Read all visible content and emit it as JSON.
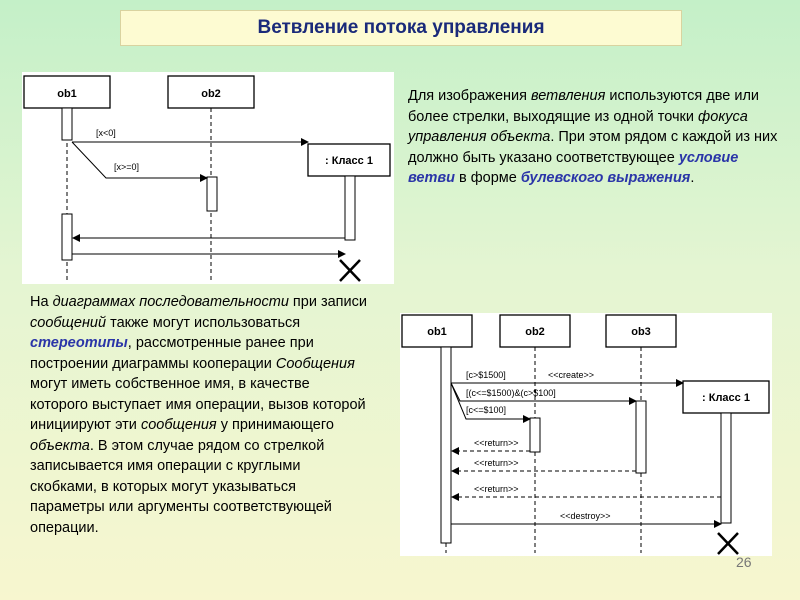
{
  "title": "Ветвление потока управления",
  "right_text": [
    {
      "t": "Для изображения ",
      "s": ""
    },
    {
      "t": "ветвления",
      "s": "em"
    },
    {
      "t": " используются две или более стрелки, выходящие из одной точки ",
      "s": ""
    },
    {
      "t": "фокуса управления объекта",
      "s": "em"
    },
    {
      "t": ". При этом рядом с каждой из них должно быть указано соответствующее ",
      "s": ""
    },
    {
      "t": "условие ветви",
      "s": "blue"
    },
    {
      "t": " в форме ",
      "s": ""
    },
    {
      "t": "булевского выражения",
      "s": "blue"
    },
    {
      "t": ".",
      "s": ""
    }
  ],
  "left_text": [
    {
      "t": "На ",
      "s": ""
    },
    {
      "t": "диаграммах последовательности",
      "s": "em"
    },
    {
      "t": " при записи ",
      "s": ""
    },
    {
      "t": "сообщений",
      "s": "em"
    },
    {
      "t": " также могут использоваться ",
      "s": ""
    },
    {
      "t": "стереотипы",
      "s": "blue"
    },
    {
      "t": ", рассмотренные ранее при построении диаграммы кооперации ",
      "s": ""
    },
    {
      "t": "Сообщения",
      "s": "em"
    },
    {
      "t": " могут иметь собственное имя, в качестве которого выступает имя операции, вызов которой инициируют эти ",
      "s": ""
    },
    {
      "t": "сообщения",
      "s": "em"
    },
    {
      "t": " у принимающего ",
      "s": ""
    },
    {
      "t": "объекта",
      "s": "em"
    },
    {
      "t": ". В этом случае рядом со стрелкой записывается имя операции с круглыми скобками, в которых могут указываться параметры или аргументы соответствующей операции.",
      "s": ""
    }
  ],
  "diagram1": {
    "ob1": "ob1",
    "ob2": "ob2",
    "klass": ": Класс 1",
    "cond1": "[x<0]",
    "cond2": "[x>=0]"
  },
  "diagram2": {
    "ob1": "ob1",
    "ob2": "ob2",
    "ob3": "ob3",
    "klass": ": Класс 1",
    "m1": "[c>$1500]",
    "m1b": "<<create>>",
    "m2": "[(c<=$1500)&(c>$100]",
    "m3": "[c<=$100]",
    "ret1": "<<return>>",
    "ret2": "<<return>>",
    "ret3": "<<return>>",
    "destroy": "<<destroy>>"
  },
  "page_number": "26"
}
